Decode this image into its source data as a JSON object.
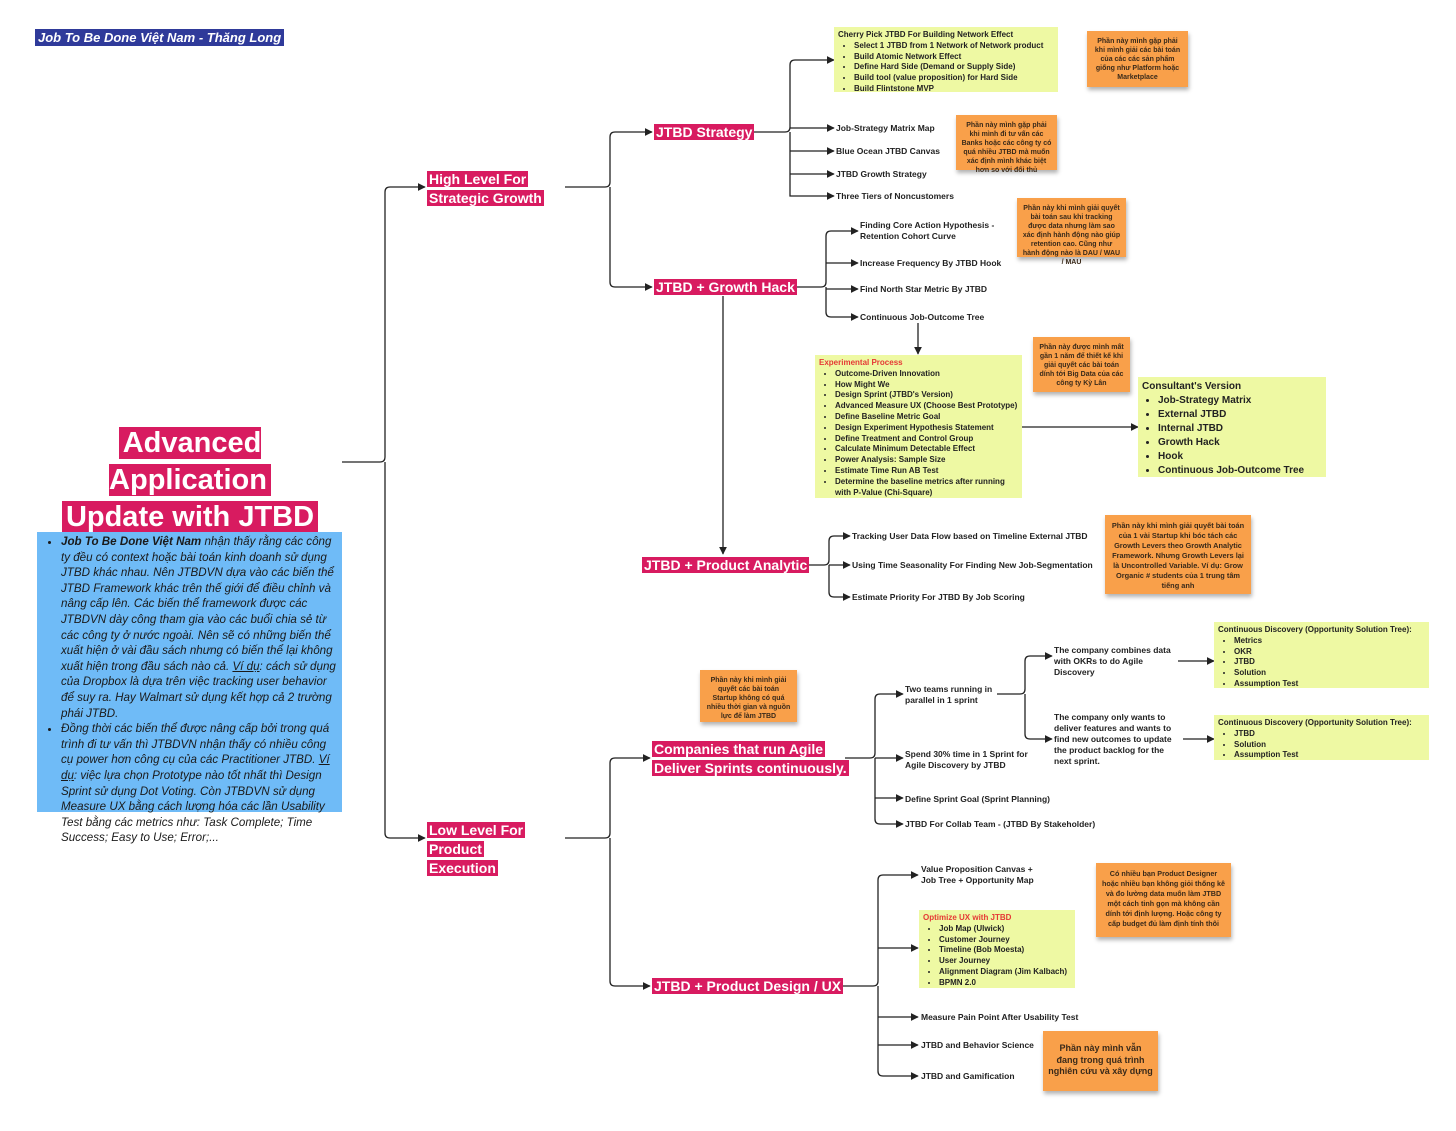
{
  "header": "Job To Be Done Việt Nam - Thăng Long",
  "title_line1": "Advanced Application",
  "title_line2": "Update with JTBD",
  "intro": {
    "p1_brand": "Job To Be Done Việt Nam",
    "p1_text1": " nhận thấy rằng các công ty đều có context hoặc bài toán kinh doanh sử dụng JTBD khác nhau. Nên JTBDVN dựa vào các biến thể JTBD Framework khác trên thế giới để điều chỉnh và nâng cấp lên. Các biến thể framework được các JTBDVN dày công tham gia vào các buổi chia sẻ từ các công ty ở nước ngoài. Nên sẽ có những biến thể xuất hiện ở vài đầu sách nhưng có biến thể lại không xuất hiện trong đầu sách nào cả. ",
    "p1_vidu": "Ví dụ",
    "p1_text2": ": cách sử dụng của Dropbox là dựa trên việc tracking user behavior để suy ra. Hay Walmart sử dụng kết hợp cả 2 trường phái JTBD.",
    "p2_text1": "Đồng thời các biến thể được nâng cấp  bởi trong quá trình đi tư vấn thì JTBDVN nhận thấy có nhiều công cụ power hơn công cụ của các Practitioner JTBD. ",
    "p2_vidu": "Ví dụ",
    "p2_text2": ": việc lựa chọn Prototype nào tốt nhất thì Design Sprint sử dụng Dot Voting. Còn JTBDVN sử dụng Measure UX bằng cách lượng hóa các lần Usability Test bằng các metrics như: Task Complete; Time Success; Easy to Use; Error;..."
  },
  "high_level": "High Level For Strategic Growth",
  "low_level": "Low Level For Product Execution",
  "strategy": {
    "label": "JTBD Strategy",
    "cherry_title": "Cherry Pick JTBD For Building Network Effect",
    "cherry_items": [
      "Select 1 JTBD from 1 Network of Network product",
      "Build Atomic Network Effect",
      "Define Hard Side (Demand or Supply Side)",
      "Build tool (value proposition) for Hard Side",
      "Build Flintstone MVP"
    ],
    "leaves": [
      "Job-Strategy Matrix Map",
      "Blue Ocean JTBD Canvas",
      "JTBD Growth Strategy",
      "Three Tiers of Noncustomers"
    ],
    "note1": "Phần này mình gặp phải khi mình giải các bài toán của các các sản phẩm giống như Platform hoặc Marketplace",
    "note2": "Phần này mình gặp phải khi mình đi tư vấn các Banks hoặc các công ty có quá nhiều JTBD mà muốn xác định mình khác biệt hơn so với đối thủ"
  },
  "growth": {
    "label": "JTBD + Growth Hack",
    "leaves": [
      "Finding Core Action Hypothesis - Retention Cohort Curve",
      "Increase Frequency By JTBD Hook",
      "Find North Star Metric By JTBD",
      "Continuous Job-Outcome Tree"
    ],
    "note": "Phần này khi mình giải quyết bài toán sau khi tracking được data nhưng làm sao xác định hành động nào giúp retention cao. Cũng như hành động nào là DAU / WAU / MAU",
    "exp_title": "Experimental Process",
    "exp_items": [
      "Outcome-Driven Innovation",
      "How Might We",
      "Design Sprint (JTBD's Version)",
      "Advanced Measure UX (Choose Best Prototype)",
      "Define Baseline Metric Goal",
      "Design Experiment Hypothesis Statement",
      "Define Treatment and Control Group",
      "Calculate Minimum Detectable Effect",
      "Power Analysis: Sample Size",
      "Estimate Time Run AB Test",
      "Determine the baseline metrics after running with P-Value (Chi-Square)"
    ],
    "exp_note": "Phần này được mình mất gần 1 năm để thiết kế khi giải quyết các bài toán dính tới Big Data của các công ty Kỳ Lân",
    "consult_title": "Consultant's Version",
    "consult_items": [
      "Job-Strategy Matrix",
      "External JTBD",
      "Internal JTBD",
      "Growth Hack",
      "Hook",
      "Continuous Job-Outcome Tree"
    ]
  },
  "analytic": {
    "label": "JTBD + Product Analytic",
    "leaves": [
      "Tracking User Data Flow based on Timeline External JTBD",
      "Using Time Seasonality For Finding New Job-Segmentation",
      "Estimate Priority For JTBD By Job Scoring"
    ],
    "note": "Phần này khi mình giải quyết bài toán của 1 vài Startup khi bóc tách các Growth Levers theo Growth Analytic Framework. Nhưng Growth Levers lại là Uncontrolled Variable. Ví dụ: Grow Organic # students của 1 trung tâm tiếng anh"
  },
  "agile": {
    "label": "Companies that run Agile Deliver Sprints continuously.",
    "note": "Phần này khi mình giải quyết các bài toán Startup không có quá nhiều thời gian và nguồn lực để làm JTBD",
    "leaves": [
      "Two teams running in parallel in 1 sprint",
      "Spend 30% time in 1 Sprint for Agile Discovery by JTBD",
      "Define Sprint Goal (Sprint Planning)",
      "JTBD For Collab Team - (JTBD By Stakeholder)"
    ],
    "sub1": "The company combines data with OKRs to do Agile Discovery",
    "sub2": "The company only wants to deliver features and wants to find new outcomes to update the product backlog for the next sprint.",
    "cd1_title": "Continuous Discovery (Opportunity Solution Tree):",
    "cd1_items": [
      "Metrics",
      "OKR",
      "JTBD",
      "Solution",
      "Assumption Test"
    ],
    "cd2_title": "Continuous Discovery (Opportunity Solution Tree):",
    "cd2_items": [
      "JTBD",
      "Solution",
      "Assumption Test"
    ]
  },
  "design": {
    "label": "JTBD + Product Design / UX",
    "leaf1": "Value Proposition Canvas + Job Tree + Opportunity Map",
    "ux_title": "Optimize UX with JTBD",
    "ux_items": [
      "Job Map (Ulwick)",
      "Customer Journey",
      "Timeline (Bob Moesta)",
      "User Journey",
      "Alignment Diagram (Jim Kalbach)",
      "BPMN 2.0"
    ],
    "leaves": [
      "Measure Pain Point After Usability Test",
      "JTBD and Behavior Science",
      "JTBD and Gamification"
    ],
    "note1": "Có nhiều bạn Product Designer hoặc nhiều bạn không giỏi thống kê và đo lường data muốn làm JTBD một cách tinh gọn mà không cần dính tới định lượng. Hoặc công ty cấp budget đủ làm định tính thôi",
    "note2": "Phần này mình vẫn đang trong quá trình nghiên cứu và xây dựng"
  }
}
